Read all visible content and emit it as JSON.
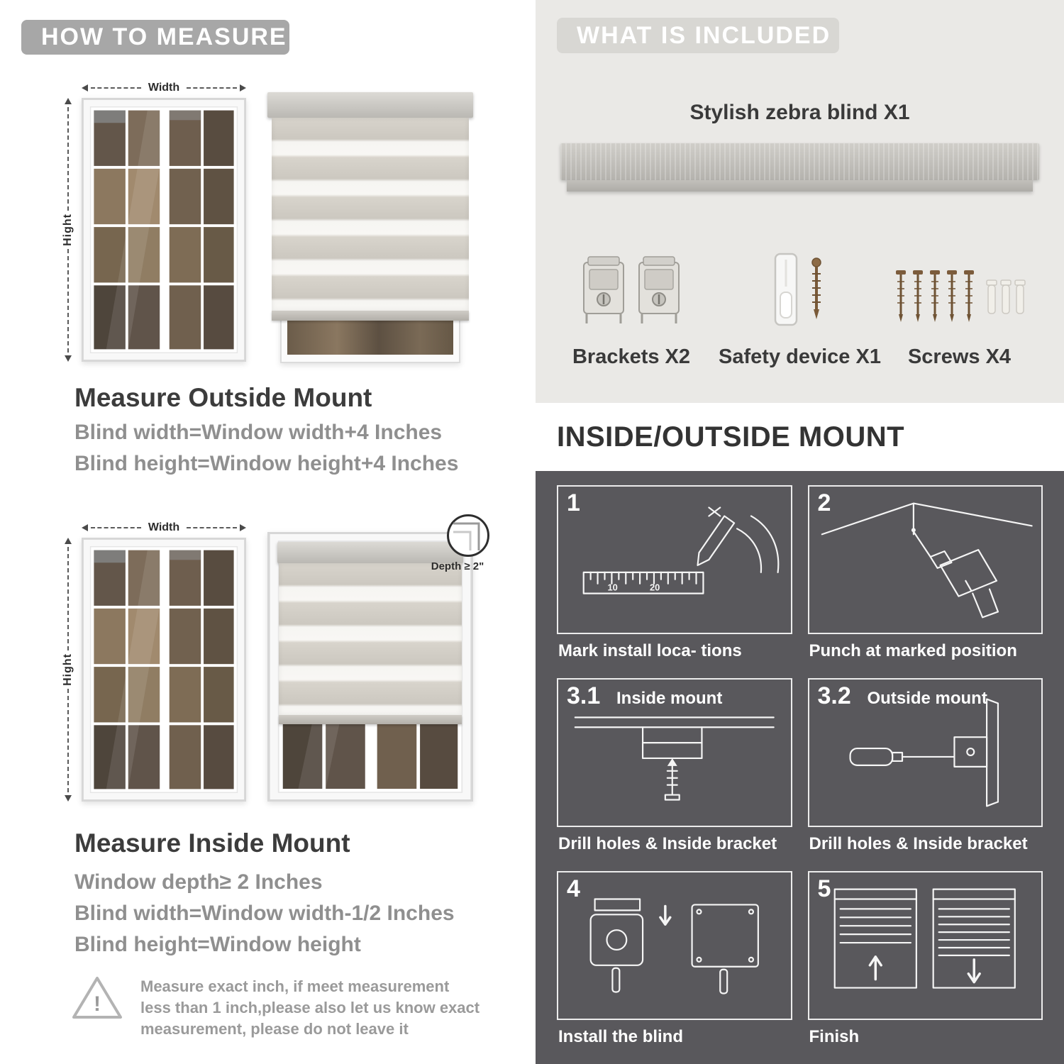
{
  "colors": {
    "left_header_bg": "#a7a7a7",
    "included_panel_bg": "#eae9e6",
    "included_header_bg": "#d8d7d3",
    "dark_panel_bg": "#59585c",
    "title_text": "#3c3c3c",
    "muted_text": "#8f8f8f",
    "stripe_opaque": "#d8d4cc",
    "stripe_sheer": "#f8f7f4"
  },
  "measure": {
    "header": "HOW TO MEASURE",
    "width_label": "Width",
    "height_label": "Hight",
    "outside": {
      "title": "Measure Outside Mount",
      "lines": [
        "Blind width=Window width+4 Inches",
        "Blind height=Window height+4 Inches"
      ]
    },
    "inside": {
      "depth_callout": "Depth ≥ 2\"",
      "title": "Measure Inside Mount",
      "lines": [
        "Window depth≥ 2 Inches",
        "Blind width=Window width-1/2 Inches",
        "Blind height=Window height"
      ]
    },
    "note": {
      "mark": "!",
      "text": "Measure exact inch, if meet measurement less than 1 inch,please also let us know exact measurement, please do not leave it"
    }
  },
  "included": {
    "header": "WHAT IS INCLUDED",
    "blind_label": "Stylish zebra blind X1",
    "items": [
      {
        "name": "brackets",
        "label": "Brackets X2"
      },
      {
        "name": "safety-device",
        "label": "Safety device X1"
      },
      {
        "name": "screws",
        "label": "Screws X4"
      }
    ]
  },
  "mount": {
    "header": "INSIDE/OUTSIDE MOUNT",
    "ruler_marks": [
      "10",
      "20"
    ],
    "steps": [
      {
        "num": "1",
        "label": "",
        "caption": "Mark install loca- tions"
      },
      {
        "num": "2",
        "label": "",
        "caption": "Punch at  marked position"
      },
      {
        "num": "3.1",
        "label": "Inside mount",
        "caption": "Drill holes &  Inside bracket"
      },
      {
        "num": "3.2",
        "label": "Outside mount",
        "caption": "Drill holes &  Inside bracket"
      },
      {
        "num": "4",
        "label": "",
        "caption": "Install the blind"
      },
      {
        "num": "5",
        "label": "",
        "caption": "Finish"
      }
    ]
  }
}
